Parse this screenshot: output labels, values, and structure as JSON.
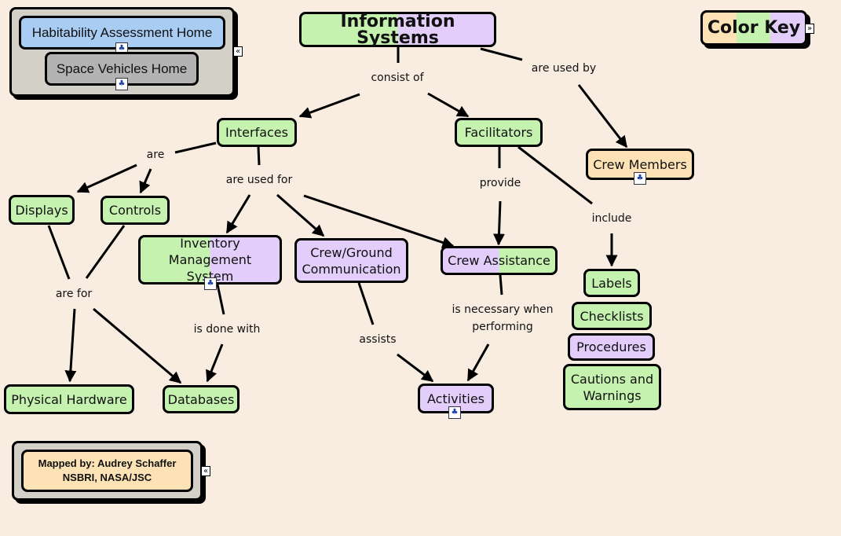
{
  "nav_group": {
    "habitability": "Habitability Assessment Home",
    "space_vehicles": "Space Vehicles Home",
    "collapse_glyph": "«"
  },
  "credits": {
    "line1": "Mapped by: Audrey Schaffer",
    "line2": "NSBRI, NASA/JSC",
    "collapse_glyph": "«"
  },
  "color_key": {
    "label": "Color Key",
    "expand_glyph": "»",
    "colors": {
      "green": "#c6f2b0",
      "purple": "#e3cdfa",
      "orange": "#fde2b6",
      "blue": "#a8ccf2",
      "gray": "#b3b3b3",
      "background": "#f9ece1"
    }
  },
  "concepts": {
    "information_systems": "Information Systems",
    "interfaces": "Interfaces",
    "facilitators": "Facilitators",
    "crew_members": "Crew Members",
    "displays": "Displays",
    "controls": "Controls",
    "inventory_management": "Inventory Management System",
    "crew_ground": "Crew/Ground Communication",
    "crew_assistance": "Crew Assistance",
    "labels": "Labels",
    "checklists": "Checklists",
    "procedures": "Procedures",
    "cautions": "Cautions and Warnings",
    "physical_hardware": "Physical Hardware",
    "databases": "Databases",
    "activities": "Activities"
  },
  "link_phrases": {
    "consist_of": "consist of",
    "are_used_by": "are used by",
    "are": "are",
    "are_used_for": "are used for",
    "provide": "provide",
    "include": "include",
    "are_for": "are for",
    "is_done_with": "is done with",
    "assists": "assists",
    "is_necessary": "is necessary when performing"
  },
  "submap_icon": "submap-icon"
}
